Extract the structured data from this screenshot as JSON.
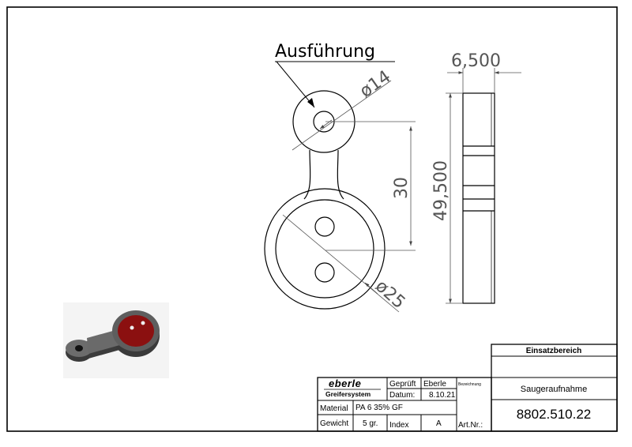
{
  "drawing": {
    "callout_label": "Ausführung",
    "dim_hole_diameter": "14",
    "dim_center_distance": "30",
    "dim_large_diameter": "25",
    "dim_thickness": "6,500",
    "dim_total_length": "49,500"
  },
  "title_block": {
    "company_logo": "eberle",
    "company_sub": "Greifersystem",
    "checked_label": "Geprüft",
    "checked_value": "Eberle",
    "designation_label": "Bezeichnung",
    "date_label": "Datum:",
    "date_value": "8.10.21",
    "material_label": "Material",
    "material_value": "PA 6 35% GF",
    "weight_label": "Gewicht",
    "weight_value": "5 gr.",
    "index_label": "Index",
    "index_value": "A",
    "article_label": "Art.Nr.:",
    "application_header": "Einsatzbereich",
    "designation_value": "Saugeraufnahme",
    "article_number": "8802.510.22"
  },
  "colors": {
    "line": "#000000",
    "dimension": "#555555",
    "part_dark": "#4a4a4a",
    "part_pad": "#8b1010"
  }
}
